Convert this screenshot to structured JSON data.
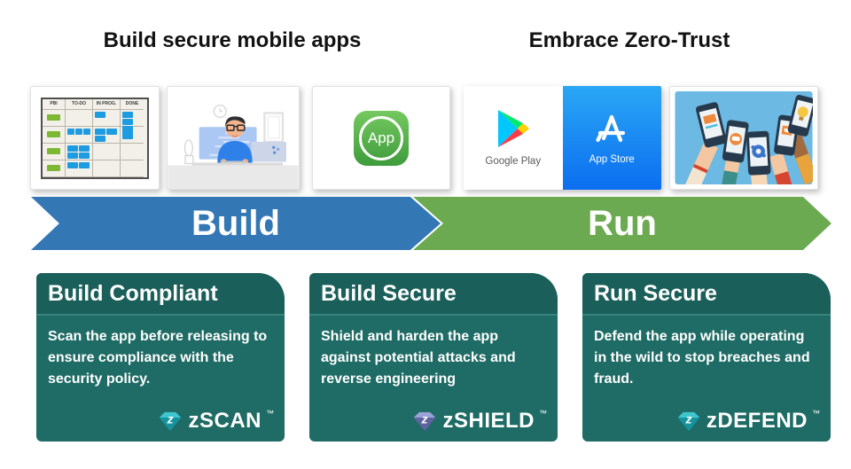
{
  "headers": {
    "left": "Build secure mobile apps",
    "right": "Embrace Zero-Trust"
  },
  "pipeline": {
    "build_label": "Build",
    "run_label": "Run"
  },
  "illustrations": {
    "kanban_columns": [
      "PBI",
      "TO-DO",
      "IN PROG.",
      "DONE"
    ],
    "app_badge_label": "App",
    "google_play_label": "Google Play",
    "app_store_label": "App Store"
  },
  "cards": [
    {
      "title": "Build Compliant",
      "body": "Scan the app before releasing to ensure compliance with the security policy.",
      "product": "zSCAN",
      "trademark": "™"
    },
    {
      "title": "Build Secure",
      "body": "Shield and harden the app against potential attacks and reverse engineering",
      "product": "zSHIELD",
      "trademark": "™"
    },
    {
      "title": "Run Secure",
      "body": "Defend the app while operating in the wild to stop breaches and fraud.",
      "product": "zDEFEND",
      "trademark": "™"
    }
  ],
  "colors": {
    "arrow_build": "#3477B5",
    "arrow_run": "#6CAA52",
    "card_header": "#1A5F5A",
    "card_body": "#1F6B65",
    "gem_teal_top": "#3EC6D0",
    "gem_teal_bottom": "#17939E",
    "gem_purple_top": "#9AA3D8",
    "gem_purple_bottom": "#5F639F"
  }
}
